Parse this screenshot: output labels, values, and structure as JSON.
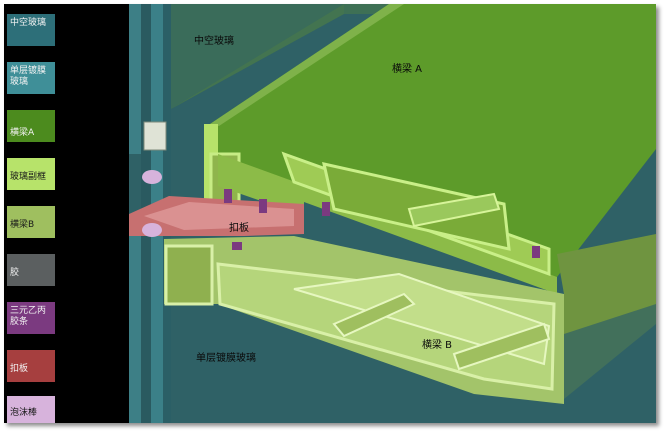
{
  "legend": [
    {
      "label": "中空玻璃",
      "color": "#2d6f79"
    },
    {
      "label": "单层镀膜玻璃",
      "color": "#3f8f98"
    },
    {
      "label": "横梁A",
      "color": "#4c8b1e"
    },
    {
      "label": "玻璃副框",
      "color": "#b7e36a"
    },
    {
      "label": "横梁B",
      "color": "#9fbf5f"
    },
    {
      "label": "胶",
      "color": "#5b5f60"
    },
    {
      "label": "三元乙丙胶条",
      "color": "#7b3a80"
    },
    {
      "label": "扣板",
      "color": "#a63f3f"
    },
    {
      "label": "泡沫棒",
      "color": "#d7b3dc"
    }
  ],
  "labels": {
    "hollow_glass": "中空玻璃",
    "beam_a": "横梁 A",
    "cover_plate": "扣板",
    "single_glass": "单层镀膜玻璃",
    "beam_b": "横梁 B"
  },
  "colors": {
    "background": "#2f6166",
    "beam_a_top": "#5d9b2a",
    "beam_b": "#a3c46a"
  }
}
